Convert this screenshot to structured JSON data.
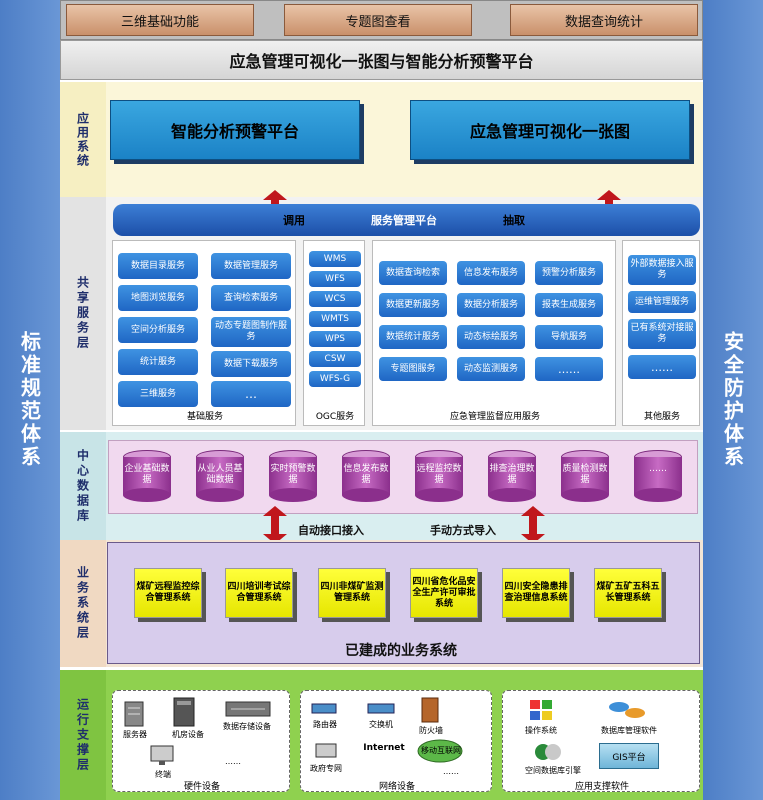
{
  "side_left": "标准规范体系",
  "side_right": "安全防护体系",
  "top_buttons": [
    "三维基础功能",
    "专题图查看",
    "数据查询统计"
  ],
  "main_title": "应急管理可视化一张图与智能分析预警平台",
  "layers": {
    "app": "应用系统",
    "shared": "共享服务层",
    "center": "中心数据库",
    "business": "业务系统层",
    "ops": "运行支撑层"
  },
  "app_boxes": [
    "智能分析预警平台",
    "应急管理可视化一张图"
  ],
  "service_bar": {
    "title": "服务管理平台",
    "left": "调用",
    "right": "抽取"
  },
  "basic": {
    "label": "基础服务",
    "items": [
      "数据目录服务",
      "数据管理服务",
      "地图浏览服务",
      "查询检索服务",
      "空间分析服务",
      "动态专题图制作服务",
      "统计服务",
      "数据下载服务",
      "三维服务",
      "…"
    ]
  },
  "ogc": {
    "label": "OGC服务",
    "items": [
      "WMS",
      "WFS",
      "WCS",
      "WMTS",
      "WPS",
      "CSW",
      "WFS-G"
    ]
  },
  "emergency": {
    "label": "应急管理监督应用服务",
    "items": [
      "数据查询检索",
      "信息发布服务",
      "预警分析服务",
      "数据更新服务",
      "数据分析服务",
      "报表生成服务",
      "数据统计服务",
      "动态标绘服务",
      "导航服务",
      "专题图服务",
      "动态监测服务",
      "……"
    ]
  },
  "other": {
    "label": "其他服务",
    "items": [
      "外部数据接入服务",
      "运维管理服务",
      "已有系统对接服务",
      "……"
    ]
  },
  "databases": [
    "企业基础数据",
    "从业人员基础数据",
    "实时预警数据",
    "信息发布数据",
    "远程监控数据",
    "排查治理数据",
    "质量检测数据",
    "……"
  ],
  "db_links": {
    "left": "自动接口接入",
    "right": "手动方式导入"
  },
  "business_systems": [
    "煤矿远程监控综合管理系统",
    "四川培训考试综合管理系统",
    "四川非煤矿监测管理系统",
    "四川省危化品安全生产许可审批系统",
    "四川安全隐患排查治理信息系统",
    "煤矿五矿五科五长管理系统"
  ],
  "business_caption": "已建成的业务系统",
  "hardware": {
    "label": "硬件设备",
    "items": [
      "服务器",
      "机房设备",
      "数据存储设备",
      "终端",
      "……"
    ]
  },
  "network": {
    "label": "网络设备",
    "items": [
      "路由器",
      "交换机",
      "防火墙",
      "Internet",
      "政府专网",
      "移动互联网",
      "……"
    ]
  },
  "software": {
    "label": "应用支撑软件",
    "items": [
      "操作系统",
      "数据库管理软件",
      "空间数据库引擎",
      "GIS平台"
    ]
  },
  "colors": {
    "side": "#5b89cc",
    "app_bg": "#fbf6d9",
    "shared_bg": "#f2f2f2",
    "center_bg": "#d9eef0",
    "business_bg": "#d7ccec",
    "ops_bg": "#8fd14f"
  }
}
